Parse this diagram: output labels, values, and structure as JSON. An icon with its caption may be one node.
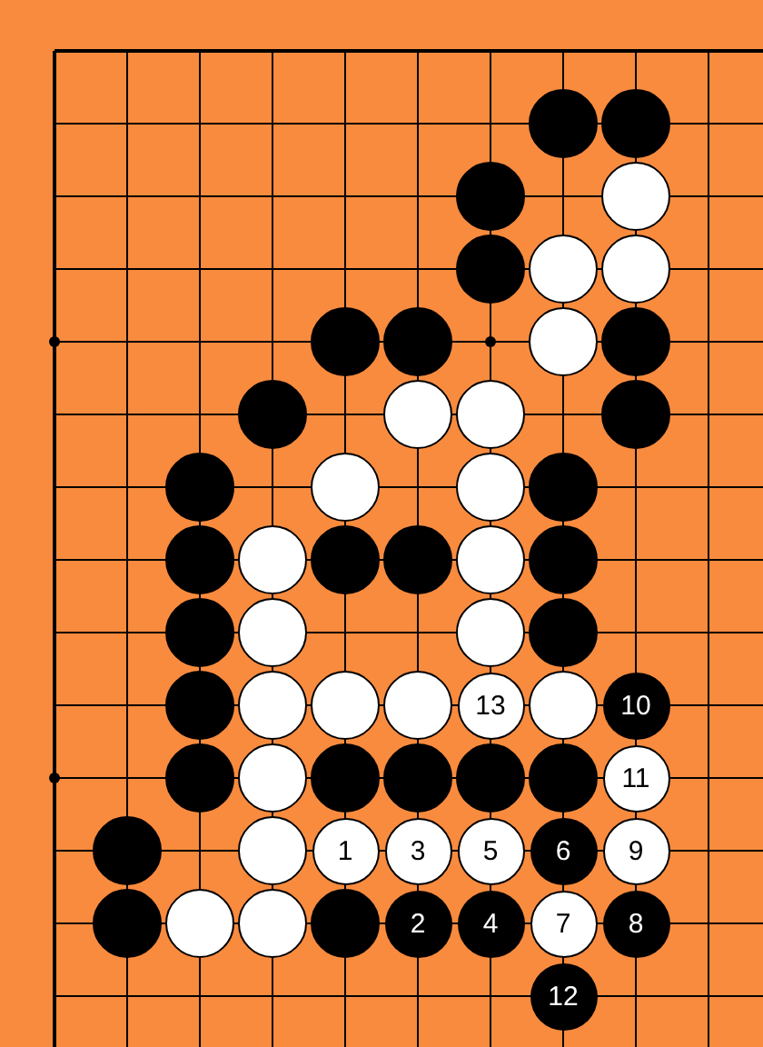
{
  "diagram": {
    "nodes": [
      {
        "text": [
          "13"
        ]
      },
      {
        "text": [
          "10"
        ]
      },
      {
        "text": [
          "11"
        ]
      },
      {
        "text": [
          "1"
        ]
      },
      {
        "text": [
          "3"
        ]
      },
      {
        "text": [
          "5"
        ]
      },
      {
        "text": [
          "6"
        ]
      },
      {
        "text": [
          "9"
        ]
      },
      {
        "text": [
          "2"
        ]
      },
      {
        "text": [
          "4"
        ]
      },
      {
        "text": [
          "7"
        ]
      },
      {
        "text": [
          "8"
        ]
      },
      {
        "text": [
          "12"
        ]
      }
    ]
  }
}
